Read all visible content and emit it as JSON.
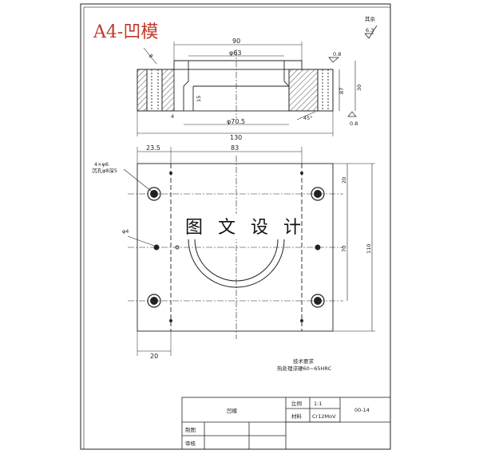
{
  "sheet_title": "A4-凹模",
  "watermark": "图 文 设 计",
  "roughness": {
    "label": "其余",
    "value": "6.3"
  },
  "front_view": {
    "dims": {
      "top_width": "90",
      "bore_dia": "φ63",
      "left_small": "8",
      "right_height_1": "87",
      "right_height_2": "30",
      "right_angle": "45°",
      "left_mark": "4",
      "depth": "15",
      "bottom_dia": "φ70.5",
      "total_width": "130",
      "rough_top": "0.8",
      "rough_bottom": "0.8"
    }
  },
  "top_view": {
    "dims": {
      "left_offset": "23.5",
      "hole_spacing": "83",
      "hole_note_1": "4×φ6",
      "hole_note_2": "沉孔φ8深5",
      "pin_dia": "φ4",
      "right_top": "20",
      "right_mid": "70",
      "right_total": "110",
      "bottom_left": "20"
    }
  },
  "tech_req": {
    "line1": "技术要求",
    "line2": "热处理淬硬60~65HRC"
  },
  "title_block": {
    "part_name": "凹模",
    "scale_label": "比例",
    "scale_value": "1:1",
    "material_label": "材料",
    "material_value": "Cr12MoV",
    "drawing_no": "00-14",
    "drawn_by_label": "制图",
    "checked_by_label": "审核"
  }
}
